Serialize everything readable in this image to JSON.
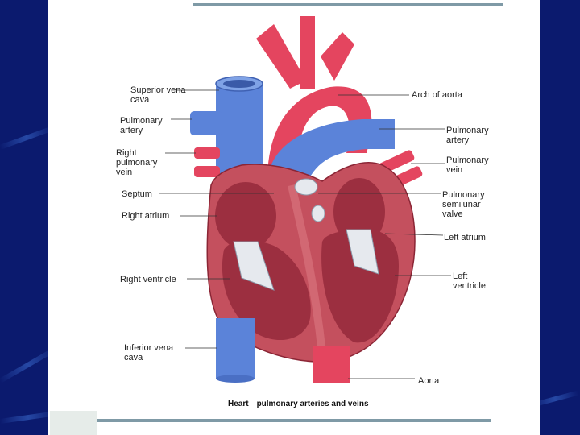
{
  "labels": {
    "superior_vena_cava": "Superior vena\ncava",
    "pulmonary_artery_left": "Pulmonary\nartery",
    "right_pulmonary_vein": "Right\npulmonary\nvein",
    "septum": "Septum",
    "right_atrium": "Right atrium",
    "right_ventricle": "Right ventricle",
    "inferior_vena_cava": "Inferior vena\ncava",
    "arch_of_aorta": "Arch of aorta",
    "pulmonary_artery_right": "Pulmonary\nartery",
    "pulmonary_vein_right": "Pulmonary\nvein",
    "pulmonary_semilunar_valve": "Pulmonary\nsemilunar\nvalve",
    "left_atrium": "Left atrium",
    "left_ventricle": "Left\nventricle",
    "aorta": "Aorta"
  },
  "caption": "Heart—pulmonary arteries and veins",
  "colors": {
    "background": "#0b1a6e",
    "vein_blue": "#5b83d9",
    "artery_red": "#e4455f",
    "muscle": "#c4505e",
    "chamber": "#9c2f40"
  }
}
